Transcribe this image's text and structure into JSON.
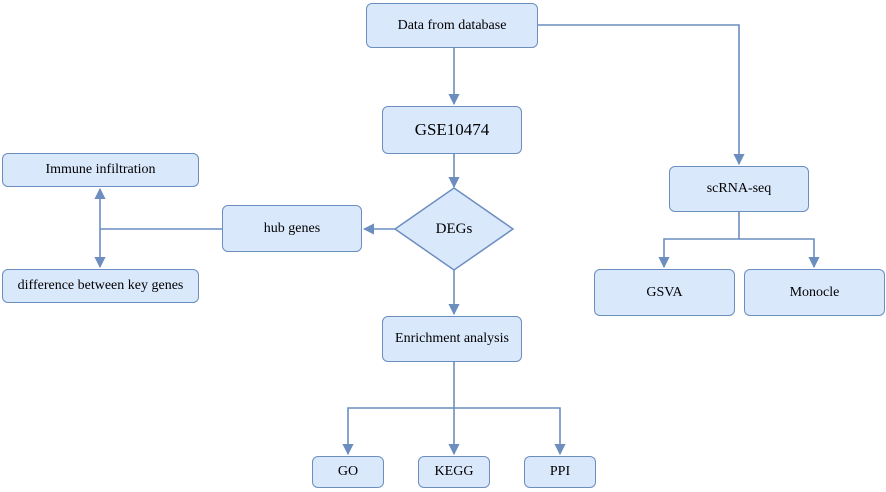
{
  "nodes": {
    "database": "Data from database",
    "gse": "GSE10474",
    "degs": "DEGs",
    "hub_genes": "hub genes",
    "immune": "Immune infiltration",
    "difference": "difference between key genes",
    "enrichment": "Enrichment analysis",
    "go": "GO",
    "kegg": "KEGG",
    "ppi": "PPI",
    "scrna": "scRNA-seq",
    "gsva": "GSVA",
    "monocle": "Monocle"
  },
  "colors": {
    "node_fill": "#dae8fc",
    "node_border": "#6c8ebf",
    "edge": "#6c8ebf"
  }
}
